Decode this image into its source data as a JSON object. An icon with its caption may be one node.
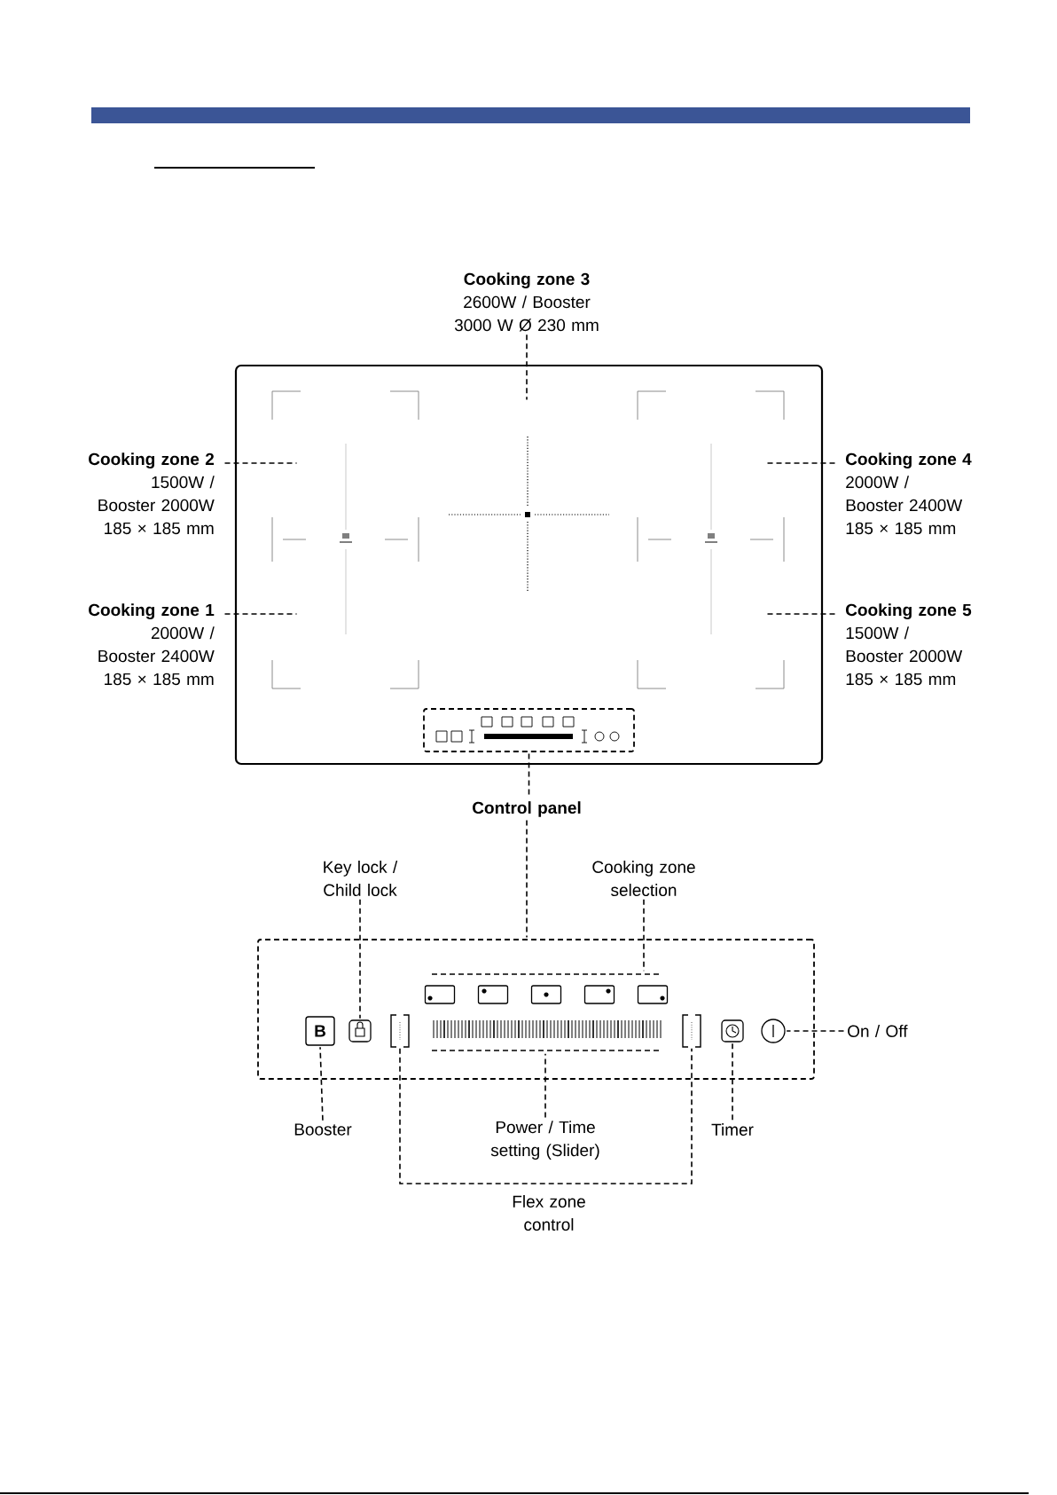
{
  "diagram": {
    "nodes": [
      {
        "text": [],
        "shape": "box"
      },
      {
        "text": [],
        "shape": "box",
        "in": 0
      },
      {
        "text": [
          "Control panel"
        ]
      },
      {
        "text": [],
        "shape": "box"
      },
      {
        "text": [
          "B"
        ],
        "in": 3
      },
      {
        "text": [],
        "shape": "box",
        "in": 3
      },
      {
        "text": [],
        "shape": "bracket",
        "in": 3
      },
      {
        "text": [],
        "shape": "box",
        "in": 3
      },
      {
        "text": [],
        "shape": "box",
        "in": 3
      },
      {
        "text": [],
        "shape": "box",
        "in": 3
      },
      {
        "text": [],
        "shape": "box",
        "in": 3
      },
      {
        "text": [],
        "shape": "box",
        "in": 3
      },
      {
        "text": [],
        "shape": "bar",
        "in": 3
      },
      {
        "text": [],
        "shape": "bracket",
        "in": 3
      },
      {
        "text": [],
        "shape": "box",
        "in": 3
      },
      {
        "text": [],
        "shape": "circle",
        "in": 3
      },
      {
        "text": [
          "Cooking zone 3",
          "2600W / Booster 3000 W Ø 230 mm"
        ]
      },
      {
        "text": [
          "Cooking zone 2",
          "1500W / Booster 2000W 185 × 185 mm"
        ]
      },
      {
        "text": [
          "Cooking zone 1",
          "2000W / Booster 2400W 185 × 185 mm"
        ]
      },
      {
        "text": [
          "Cooking zone 4",
          "2000W / Booster 2400W 185 × 185 mm"
        ]
      },
      {
        "text": [
          "Cooking zone 5",
          "1500W / Booster 2000W 185 × 185 mm"
        ]
      },
      {
        "text": [
          "Key lock / Child lock"
        ]
      },
      {
        "text": [
          "Cooking zone selection"
        ]
      },
      {
        "text": [
          "On / Off"
        ]
      },
      {
        "text": [
          "Booster"
        ]
      },
      {
        "text": [
          "Power / Time setting (Slider)"
        ]
      },
      {
        "text": [
          "Timer"
        ]
      },
      {
        "text": [],
        "shape": "line",
        "in": 3
      }
    ],
    "edges": [
      {
        "from": 1,
        "to": 2,
        "arrow": "none"
      },
      {
        "from": 2,
        "to": 3,
        "arrow": "none"
      },
      {
        "from": 16,
        "to": null,
        "arrow": "none"
      },
      {
        "from": 17,
        "to": null,
        "arrow": "none"
      },
      {
        "from": 18,
        "to": null,
        "arrow": "none"
      },
      {
        "from": 19,
        "to": null,
        "arrow": "none"
      },
      {
        "from": 20,
        "to": null,
        "arrow": "none"
      },
      {
        "from": 21,
        "to": 5,
        "arrow": "none"
      },
      {
        "from": 22,
        "to": 27,
        "arrow": "none"
      },
      {
        "from": 23,
        "to": 15,
        "arrow": "none"
      },
      {
        "from": 24,
        "to": 4,
        "arrow": "none"
      },
      {
        "from": 25,
        "to": 12,
        "arrow": "none"
      },
      {
        "from": 26,
        "to": 14,
        "arrow": "none"
      },
      {
        "from": 6,
        "to": 13,
        "arrow": "none",
        "label": "Flex zone control"
      }
    ]
  }
}
